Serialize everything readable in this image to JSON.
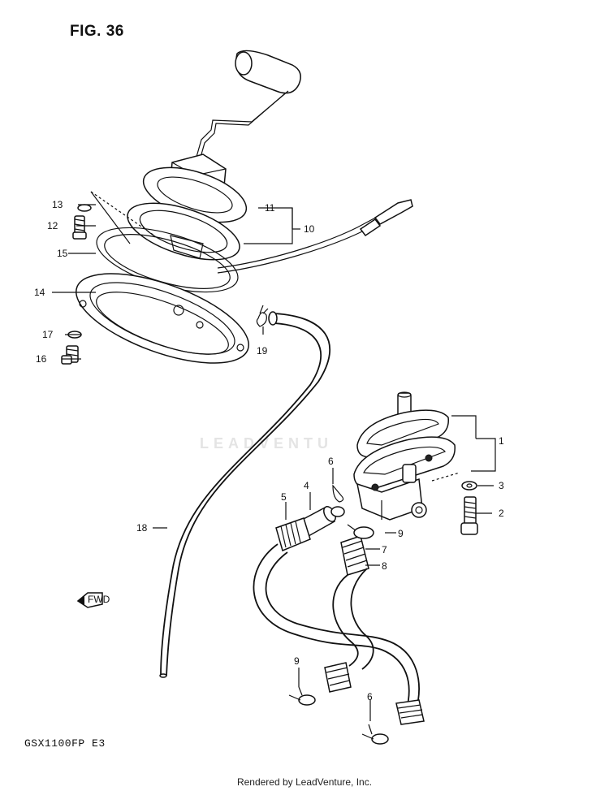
{
  "figure_title": "FIG. 36",
  "model_code": "GSX1100FP  E3",
  "credit": "Rendered by LeadVenture, Inc.",
  "watermark": "LEADVENTU",
  "callouts": {
    "c1": "1",
    "c2": "2",
    "c3": "3",
    "c4": "4",
    "c5": "5",
    "c6a": "6",
    "c6b": "6",
    "c7": "7",
    "c8": "8",
    "c9a": "9",
    "c9b": "9",
    "c10": "10",
    "c11": "11",
    "c12": "12",
    "c13": "13",
    "c14": "14",
    "c15": "15",
    "c16": "16",
    "c17": "17",
    "c18": "18",
    "c19": "19"
  },
  "fwd_label": "FWD"
}
